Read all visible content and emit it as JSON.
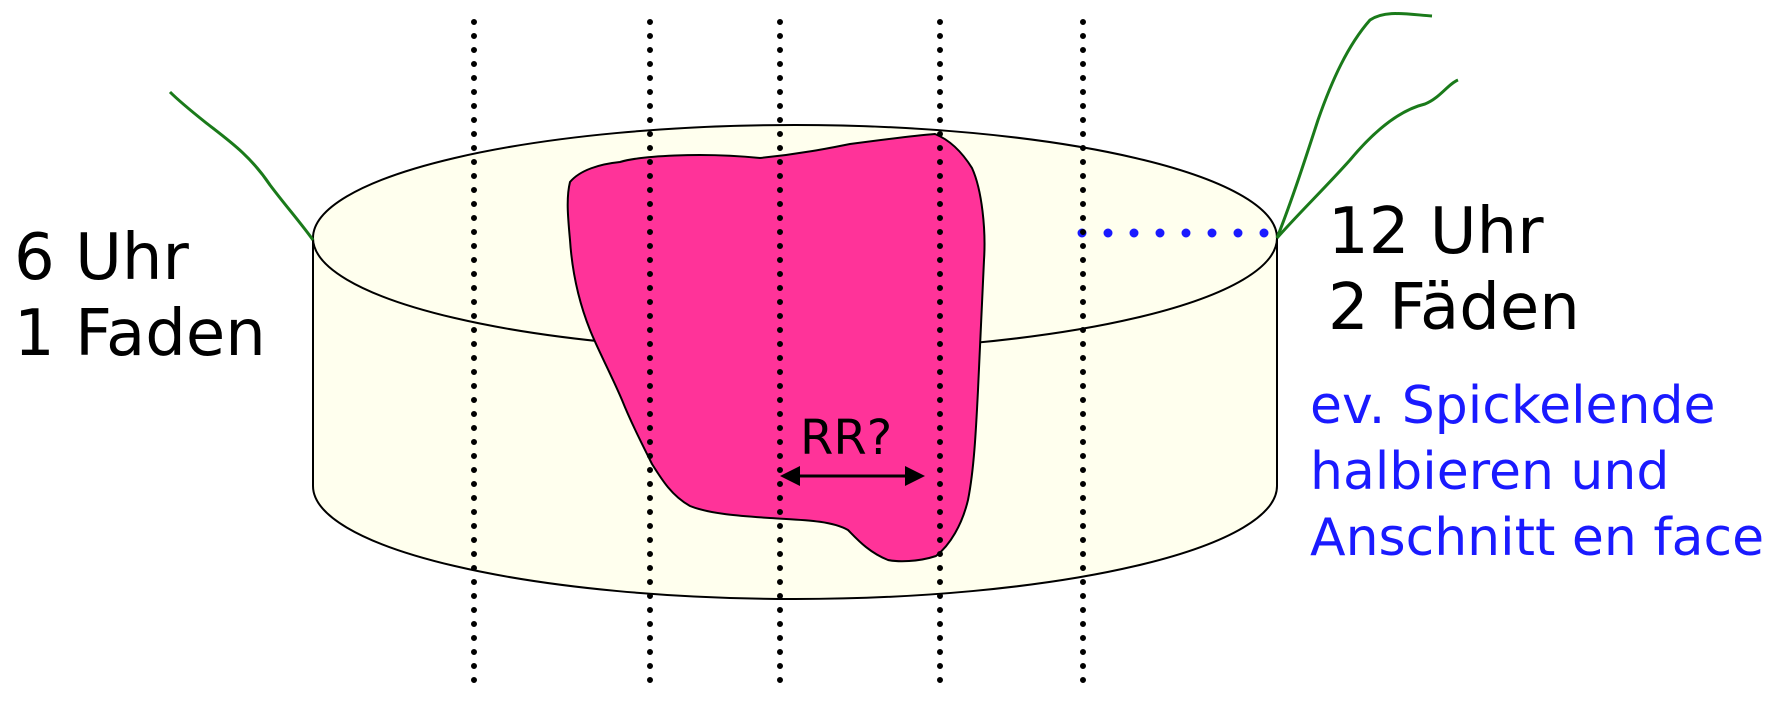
{
  "labels": {
    "left_line1": "6 Uhr",
    "left_line2": "1 Faden",
    "right_line1": "12 Uhr",
    "right_line2": "2 Fäden",
    "note_line1": "ev. Spickelende",
    "note_line2": "halbieren und",
    "note_line3": "Anschnitt en face",
    "margin": "RR?"
  },
  "colors": {
    "disc_fill": "#ffffee",
    "lesion": "#ff3399",
    "suture": "#1a7a1a",
    "note_text": "#1a1aff",
    "cut_lines": "#000000",
    "dotted_marker": "#1a1aff"
  }
}
